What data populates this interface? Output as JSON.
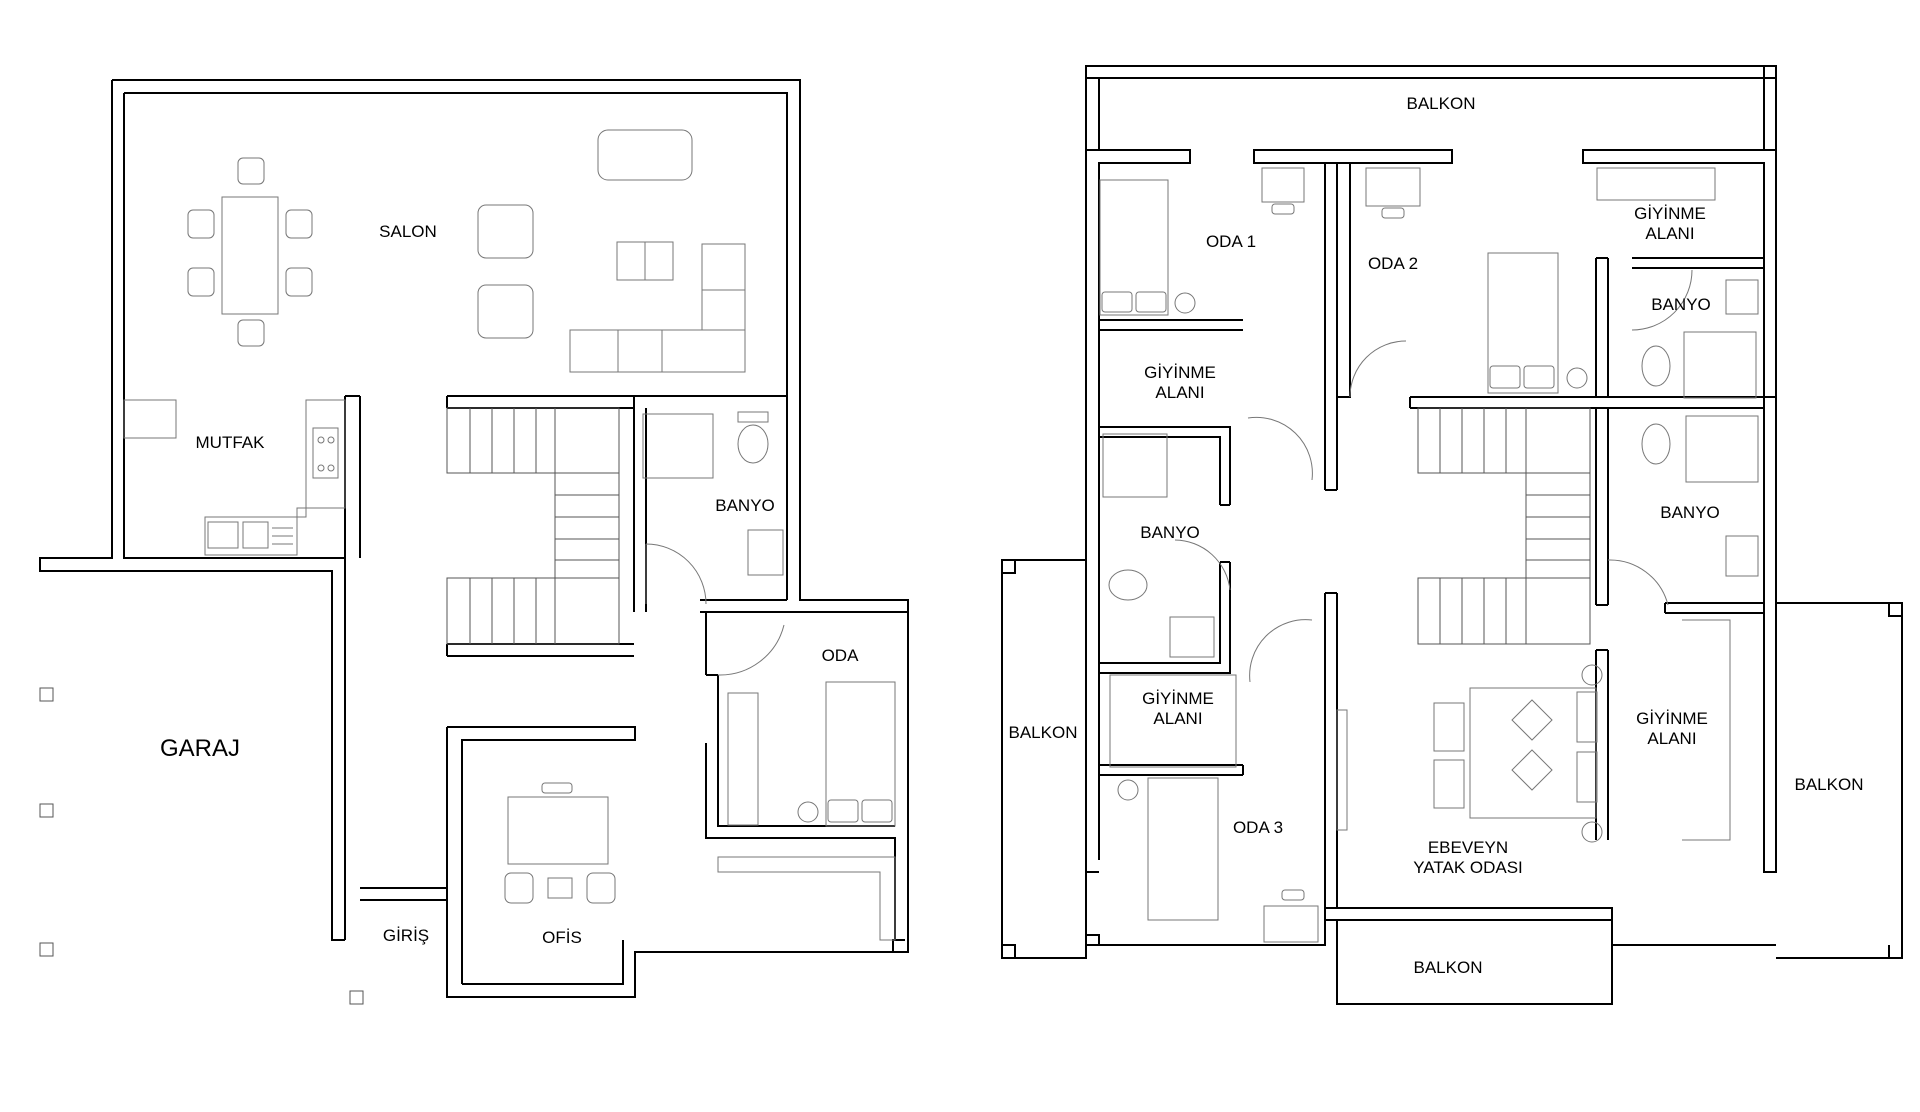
{
  "ground_floor": {
    "salon": "SALON",
    "mutfak": "MUTFAK",
    "banyo": "BANYO",
    "oda": "ODA",
    "garaj": "GARAJ",
    "giris": "GİRİŞ",
    "ofis": "OFİS"
  },
  "upper_floor": {
    "balkon_top": "BALKON",
    "oda_1": "ODA 1",
    "oda_2": "ODA 2",
    "giyinme_top_right_1": "GİYİNME",
    "giyinme_top_right_2": "ALANI",
    "banyo_top_right": "BANYO",
    "giyinme_left_1": "GİYİNME",
    "giyinme_left_2": "ALANI",
    "banyo_left": "BANYO",
    "banyo_right": "BANYO",
    "giyinme_left_lower_1": "GİYİNME",
    "giyinme_left_lower_2": "ALANI",
    "balkon_left": "BALKON",
    "oda_3": "ODA 3",
    "giyinme_right_lower_1": "GİYİNME",
    "giyinme_right_lower_2": "ALANI",
    "balkon_right": "BALKON",
    "ebeveyn_1": "EBEVEYN",
    "ebeveyn_2": "YATAK ODASI",
    "balkon_bottom": "BALKON"
  }
}
